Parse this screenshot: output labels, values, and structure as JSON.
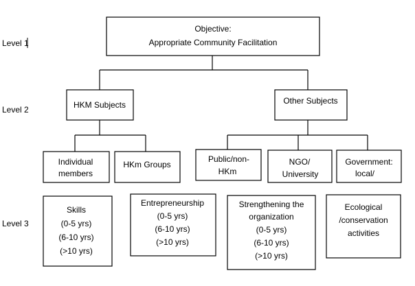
{
  "levels": [
    "Level 1",
    "Level 2",
    "Level 3"
  ],
  "nodes": {
    "objective": [
      "Objective:",
      "Appropriate Community Facilitation"
    ],
    "hkm_subjects": [
      "HKM Subjects"
    ],
    "other_subjects": [
      "Other Subjects"
    ],
    "individual_members": [
      "Individual",
      "members"
    ],
    "hkm_groups": [
      "HKm Groups"
    ],
    "public_non_hkm": [
      "Public/non-",
      "HKm"
    ],
    "ngo_university": [
      "NGO/",
      "University"
    ],
    "government_local": [
      "Government:",
      "local/"
    ],
    "skills": [
      "Skills",
      "(0-5 yrs)",
      "(6-10 yrs)",
      "(>10 yrs)"
    ],
    "entrepreneurship": [
      "Entrepreneurship",
      "(0-5 yrs)",
      "(6-10 yrs)",
      "(>10 yrs)"
    ],
    "strengthening": [
      "Strengthening the",
      "organization",
      "(0-5 yrs)",
      "(6-10 yrs)",
      "(>10 yrs)"
    ],
    "ecological": [
      "Ecological",
      "/conservation",
      "activities"
    ]
  }
}
